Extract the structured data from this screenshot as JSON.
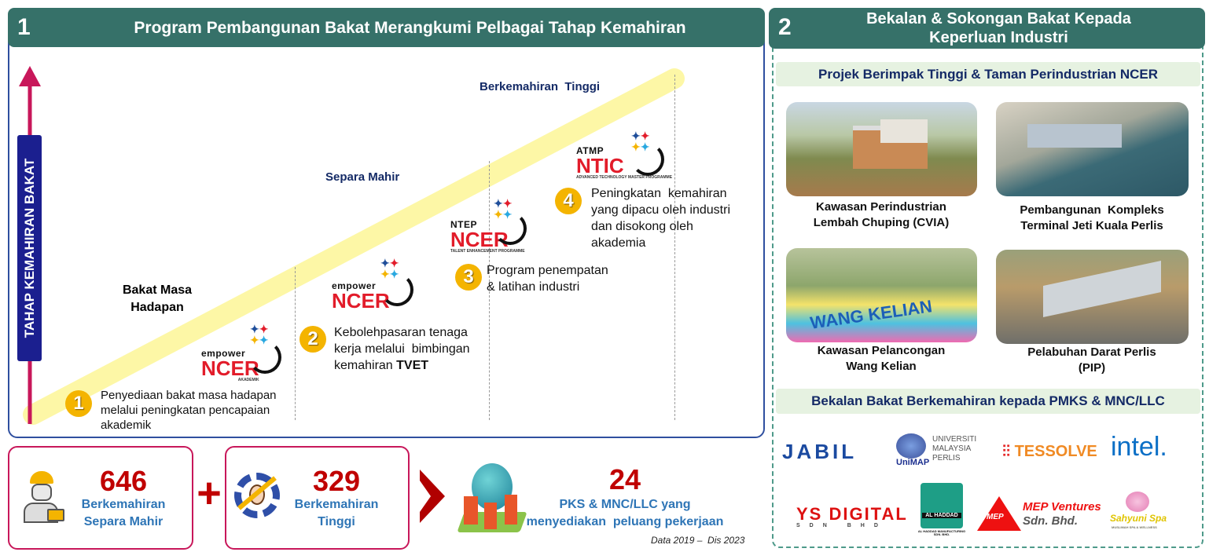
{
  "left": {
    "number": "1",
    "title": "Program Pembangunan Bakat Merangkumi Pelbagai Tahap Kemahiran",
    "axis_label": "TAHAP KEMAHIRAN BAKAT",
    "levels": {
      "high": "Berkemahiran  Tinggi",
      "mid": "Separa Mahir",
      "future": [
        "Bakat Masa",
        "Hadapan"
      ]
    },
    "steps": [
      {
        "num": "1",
        "lines": [
          "Penyediaan bakat masa hadapan",
          "melalui peningkatan pencapaian",
          "akademik"
        ]
      },
      {
        "num": "2",
        "lines": [
          "Kebolehpasaran tenaga",
          "kerja melalui  bimbingan"
        ],
        "line3_prefix": "kemahiran ",
        "line3_bold": "TVET"
      },
      {
        "num": "3",
        "lines": [
          "Program penempatan",
          "& latihan industri"
        ]
      },
      {
        "num": "4",
        "lines": [
          "Peningkatan  kemahiran",
          "yang dipacu oleh industri",
          "dan disokong oleh",
          "akademia"
        ]
      }
    ],
    "logos": [
      {
        "top": "empower",
        "main": "NCER",
        "small": "AKADEMIK"
      },
      {
        "top": "empower",
        "main": "NCER",
        "small": ""
      },
      {
        "top": "NTEP",
        "main": "NCER",
        "small": "TALENT ENHANCEMENT PROGRAMME"
      },
      {
        "top": "ATMP",
        "main": "NTIC",
        "small": "ADVANCED TECHNOLOGY MASTER PROGRAMME"
      }
    ]
  },
  "stats": {
    "semi": {
      "value": "646",
      "label": [
        "Berkemahiran",
        "Separa Mahir"
      ]
    },
    "plus": "+",
    "high": {
      "value": "329",
      "label": [
        "Berkemahiran",
        "Tinggi"
      ]
    },
    "companies": {
      "value": "24",
      "label": [
        "PKS & MNC/LLC yang",
        "menyediakan  peluang pekerjaan"
      ]
    },
    "note": "Data 2019 –  Dis 2023"
  },
  "right": {
    "number": "2",
    "title": [
      "Bekalan & Sokongan Bakat Kepada",
      "Keperluan Industri"
    ],
    "projects_heading": "Projek Berimpak Tinggi & Taman Perindustrian NCER",
    "projects": [
      {
        "caption": [
          "Kawasan Perindustrian",
          "Lembah Chuping (CVIA)"
        ]
      },
      {
        "caption": [
          "Pembangunan  Kompleks",
          "Terminal Jeti Kuala Perlis"
        ]
      },
      {
        "caption": [
          "Kawasan Pelancongan",
          "Wang Kelian"
        ],
        "sign": "WANG KELIAN"
      },
      {
        "caption": [
          "Pelabuhan Darat Perlis",
          "(PIP)"
        ]
      }
    ],
    "supply_heading": "Bekalan Bakat Berkemahiran kepada PMKS & MNC/LLC",
    "companies": [
      "JABIL",
      "UNIVERSITI MALAYSIA PERLIS",
      "UniMAP",
      "TESSOLVE",
      "intel.",
      "YS DIGITAL",
      "SDN BHD",
      "AL HADDAD",
      "AL HADDAD MANUFACTURING SDN. BHD.",
      "MEP Ventures",
      "Sdn. Bhd.",
      "MEP",
      "Sahyuni Spa",
      "MUSLIMAH SPA & WELLNESS"
    ]
  },
  "colors": {
    "header": "#367169",
    "accent_red": "#c00000",
    "stat_blue": "#2e75b6",
    "navy": "#142a66",
    "badge": "#f4b400"
  }
}
